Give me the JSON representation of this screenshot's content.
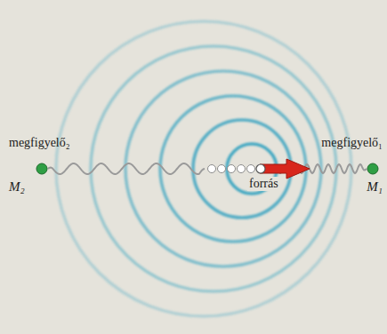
{
  "diagram": {
    "nodes": [
      {
        "text": [
          "megfigyelő₂",
          "M₂"
        ]
      },
      {
        "text": [
          "forrás"
        ]
      },
      {
        "text": [
          "megfigyelő₁",
          "M₁"
        ]
      }
    ],
    "edges": [
      {
        "from": 1,
        "to": 0,
        "arrow": "none"
      },
      {
        "from": 1,
        "to": 2,
        "arrow": "none"
      }
    ]
  }
}
